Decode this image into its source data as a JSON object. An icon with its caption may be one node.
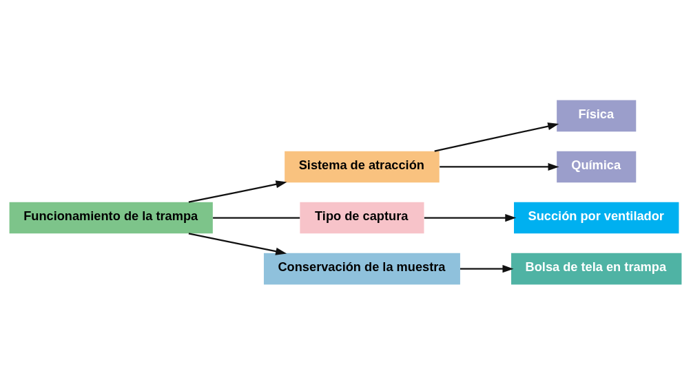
{
  "diagram": {
    "nodes": [
      {
        "text": [
          "Funcionamiento de la trampa"
        ]
      },
      {
        "text": [
          "Sistema de atracción"
        ]
      },
      {
        "text": [
          "Física"
        ]
      },
      {
        "text": [
          "Química"
        ]
      },
      {
        "text": [
          "Tipo de captura"
        ]
      },
      {
        "text": [
          "Succión por ventilador"
        ]
      },
      {
        "text": [
          "Conservación de la muestra"
        ]
      },
      {
        "text": [
          "Bolsa de tela en trampa"
        ]
      }
    ],
    "edges": [
      {
        "from": 0,
        "to": 1,
        "arrow": "to"
      },
      {
        "from": 1,
        "to": 2,
        "arrow": "to"
      },
      {
        "from": 1,
        "to": 3,
        "arrow": "to"
      },
      {
        "from": 0,
        "to": 4,
        "arrow": "none"
      },
      {
        "from": 4,
        "to": 5,
        "arrow": "to"
      },
      {
        "from": 0,
        "to": 6,
        "arrow": "to"
      },
      {
        "from": 6,
        "to": 7,
        "arrow": "to"
      }
    ]
  }
}
